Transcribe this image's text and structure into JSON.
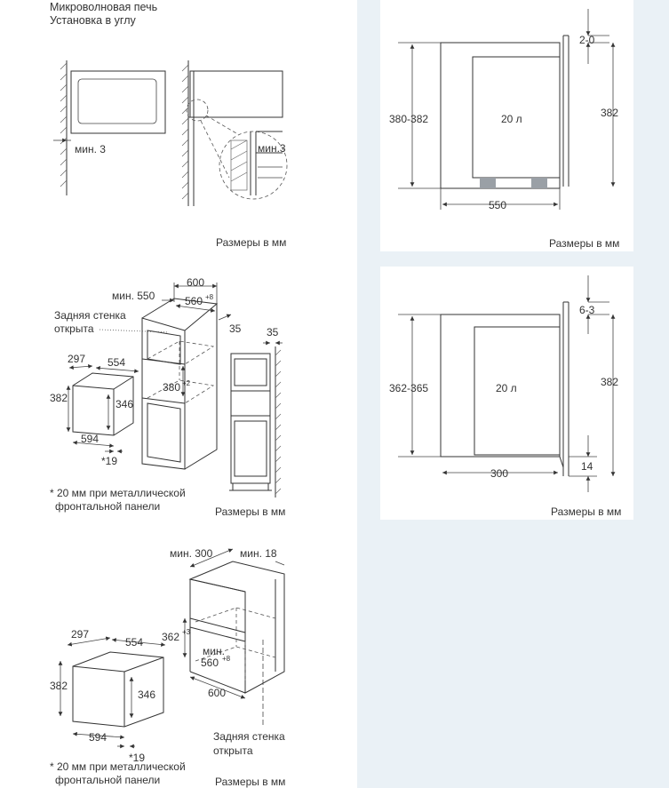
{
  "left_panel": {
    "title_line1": "Микроволновая печь",
    "title_line2": "Установка в углу",
    "corner": {
      "min3_a": "мин. 3",
      "min3_b": "мин.3",
      "units": "Размеры в мм"
    },
    "cabinet": {
      "d600": "600",
      "min550": "мин. 550",
      "d560": "560",
      "d560_sup": "+8",
      "rear_wall": "Задняя стенка",
      "rear_open": "открыта",
      "d35a": "35",
      "d35b": "35",
      "d297": "297",
      "d554": "554",
      "d382": "382",
      "d346": "346",
      "d380": "380",
      "d380_sup": "+2",
      "d594": "594",
      "d19": "*19",
      "footnote1": "* 20 мм при металлической",
      "footnote2": "фронтальной панели",
      "units": "Размеры в мм"
    },
    "wall": {
      "min300": "мин. 300",
      "min18": "мин. 18",
      "d362": "362",
      "d362_sup": "+3",
      "min": "мин.",
      "d560": "560",
      "d560_sup": "+8",
      "d600": "600",
      "d297": "297",
      "d554": "554",
      "d382": "382",
      "d346": "346",
      "d594": "594",
      "d19": "*19",
      "rear_wall": "Задняя стенка",
      "rear_open": "открыта",
      "footnote1": "* 20 мм при металлической",
      "footnote2": "фронтальной панели",
      "units": "Размеры в мм"
    }
  },
  "side_view_1": {
    "gap": "2-0",
    "height_range": "380-382",
    "volume": "20 л",
    "height": "382",
    "depth": "550",
    "units": "Размеры в мм"
  },
  "side_view_2": {
    "gap": "6-3",
    "height_range": "362-365",
    "volume": "20 л",
    "height": "382",
    "depth": "300",
    "bottom": "14",
    "units": "Размеры в мм"
  }
}
